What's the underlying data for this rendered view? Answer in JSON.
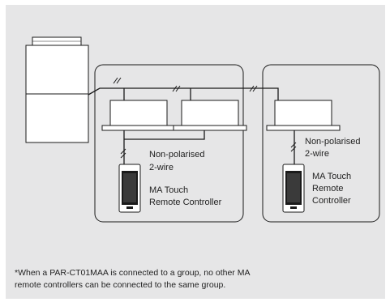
{
  "labels": {
    "group1_wire": [
      "Non-polarised",
      "2-wire"
    ],
    "group1_controller": [
      "MA Touch",
      "Remote Controller"
    ],
    "group2_wire": [
      "Non-polarised",
      "2-wire"
    ],
    "group2_controller": [
      "MA Touch",
      "Remote",
      "Controller"
    ]
  },
  "footnote": {
    "line1": "*When a PAR-CT01MAA is connected to a group, no other MA",
    "line2": "remote controllers can be connected to the same group."
  },
  "colors": {
    "background": "#e6e6e7",
    "line": "#1a1a1a",
    "controller_body": "#ffffff",
    "controller_screen": "#1a1a1a"
  }
}
